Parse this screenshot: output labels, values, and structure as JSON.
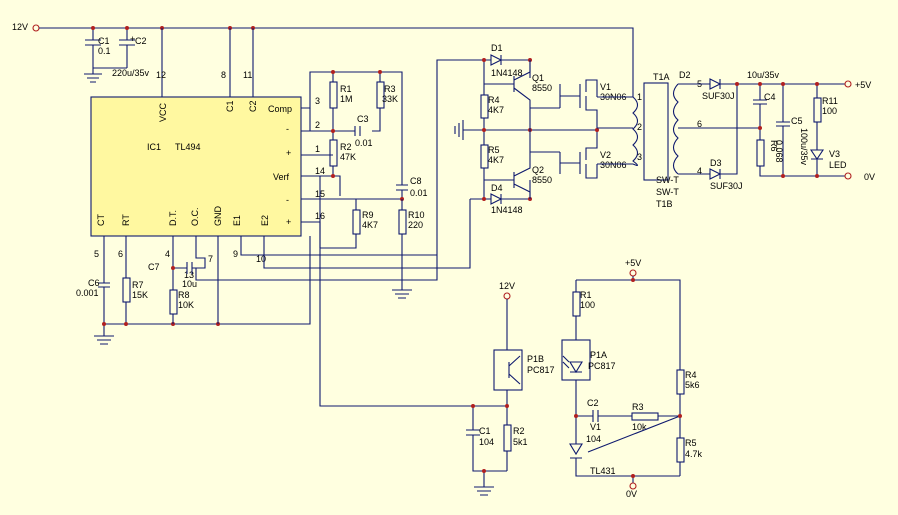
{
  "supply": {
    "in": "12V",
    "out_pos": "+5V",
    "out_zero": "0V",
    "fb_12v": "12V",
    "fb_5v": "+5V",
    "fb_0v": "0V"
  },
  "ic1": {
    "ref": "IC1",
    "part": "TL494",
    "pin_vcc": "VCC",
    "pin_c1": "C1",
    "pin_c2": "C2",
    "pin_comp": "Comp",
    "pin_minus1": "-",
    "pin_plus1": "+",
    "pin_vref": "Verf",
    "pin_minus2": "-",
    "pin_plus2": "+",
    "pin_ct": "CT",
    "pin_rt": "RT",
    "pin_dt": "D.T.",
    "pin_oc": "O.C.",
    "pin_gnd": "GND",
    "pin_e1": "E1",
    "pin_e2": "E2",
    "nums": {
      "n12": "12",
      "n8": "8",
      "n11": "11",
      "n3": "3",
      "n2": "2",
      "n1": "1",
      "n14": "14",
      "n15": "15",
      "n16": "16",
      "n5": "5",
      "n6": "6",
      "n4": "4",
      "n13": "13",
      "n7": "7",
      "n9": "9",
      "n10": "10"
    }
  },
  "components": {
    "c1": {
      "ref": "C1",
      "val": "0.1"
    },
    "c2": {
      "ref": "C2",
      "val": "220u/35v"
    },
    "r1": {
      "ref": "R1",
      "val": "1M"
    },
    "r2": {
      "ref": "R2",
      "val": "47K"
    },
    "r3": {
      "ref": "R3",
      "val": "33K"
    },
    "c3": {
      "ref": "C3",
      "val": "0.01"
    },
    "c8": {
      "ref": "C8",
      "val": "0.01"
    },
    "r9": {
      "ref": "R9",
      "val": "4K7"
    },
    "r10": {
      "ref": "R10",
      "val": "220"
    },
    "c6": {
      "ref": "C6",
      "val": "0.001"
    },
    "r7": {
      "ref": "R7",
      "val": "15K"
    },
    "c7": {
      "ref": "C7",
      "val": "10u"
    },
    "r8": {
      "ref": "R8",
      "val": "10K"
    },
    "d1": {
      "ref": "D1",
      "val": "1N4148"
    },
    "d4": {
      "ref": "D4",
      "val": "1N4148"
    },
    "q1": {
      "ref": "Q1",
      "val": "8550"
    },
    "q2": {
      "ref": "Q2",
      "val": "8550"
    },
    "r4": {
      "ref": "R4",
      "val": "4K7"
    },
    "r5": {
      "ref": "R5",
      "val": "4K7"
    },
    "v1": {
      "ref": "V1",
      "val": "30N06"
    },
    "v2": {
      "ref": "V2",
      "val": "30N06"
    },
    "t1a": "T1A",
    "t1b": "T1B",
    "swt1": "SW-T",
    "swt2": "SW-T",
    "tp1": "1",
    "tp2": "2",
    "tp3": "3",
    "tp5": "5",
    "tp6": "6",
    "tp4": "4",
    "d2": {
      "ref": "D2",
      "val": "SUF30J"
    },
    "d3": {
      "ref": "D3",
      "val": "SUF30J"
    },
    "c4": {
      "ref": "C4",
      "val": "10u/35v"
    },
    "c5": {
      "ref": "C5",
      "val": "100u/35v"
    },
    "r6": {
      "ref": "R6",
      "val": "0.068"
    },
    "r11": {
      "ref": "R11",
      "val": "100"
    },
    "v3": {
      "ref": "V3",
      "val": "LED"
    }
  },
  "feedback": {
    "p1b": {
      "ref": "P1B",
      "val": "PC817"
    },
    "p1a": {
      "ref": "P1A",
      "val": "PC817"
    },
    "fc1": {
      "ref": "C1",
      "val": "104"
    },
    "fr2": {
      "ref": "R2",
      "val": "5k1"
    },
    "fr1": {
      "ref": "R1",
      "val": "100"
    },
    "fr4": {
      "ref": "R4",
      "val": "5k6"
    },
    "fc2": {
      "ref": "C2",
      "val": "104"
    },
    "fv1": {
      "ref": "V1"
    },
    "fr3": {
      "ref": "R3",
      "val": "10k"
    },
    "fr5": {
      "ref": "R5",
      "val": "4.7k"
    },
    "tl431": "TL431"
  }
}
